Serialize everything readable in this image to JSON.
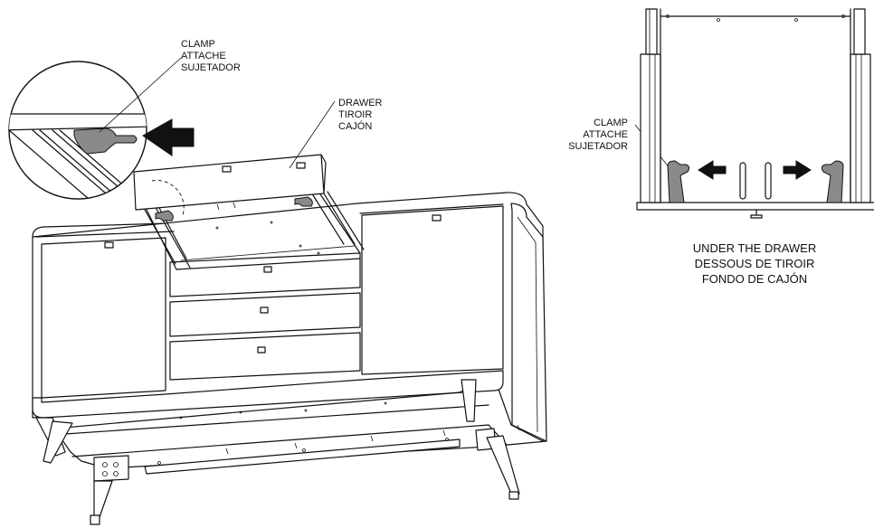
{
  "labels": {
    "clamp_main": [
      "CLAMP",
      "ATTACHE",
      "SUJETADOR"
    ],
    "drawer": [
      "DRAWER",
      "TIROIR",
      "CAJÓN"
    ],
    "clamp_detail": [
      "CLAMP",
      "ATTACHE",
      "SUJETADOR"
    ]
  },
  "caption": [
    "UNDER THE DRAWER",
    "DESSOUS DE TIROIR",
    "FONDO DE CAJÓN"
  ],
  "colors": {
    "line": "#111111",
    "clamp_fill": "#8a8a8a",
    "arrow_fill": "#111111"
  }
}
